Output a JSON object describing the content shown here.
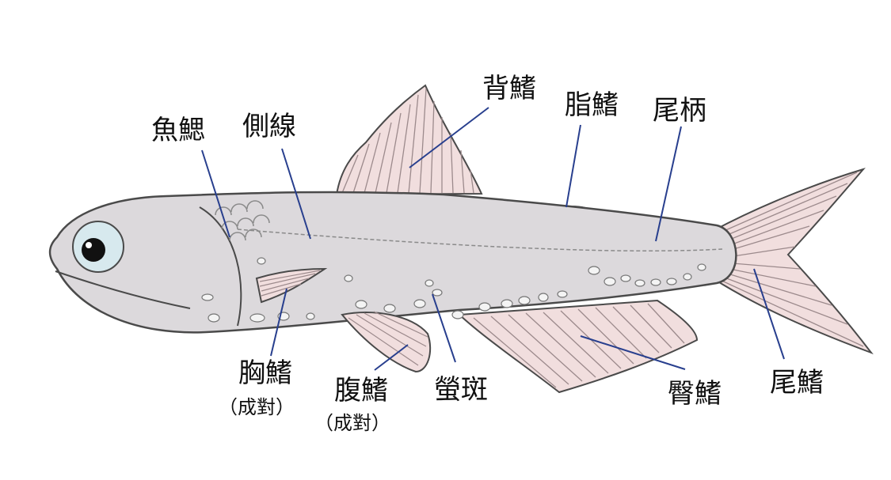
{
  "colors": {
    "body_fill": "#dcd9dc",
    "body_stroke": "#4a4a4a",
    "fin_fill": "#f1dede",
    "fin_ray": "#9c8a8c",
    "leader_line": "#283f8e",
    "eye_iris": "#d7e9ee",
    "label_text": "#111111"
  },
  "labels": {
    "gill": "魚鰓",
    "lateral_line": "側線",
    "dorsal_fin": "背鰭",
    "adipose_fin": "脂鰭",
    "caudal_peduncle": "尾柄",
    "pectoral_fin": "胸鰭",
    "pectoral_fin_note": "（成對）",
    "pelvic_fin": "腹鰭",
    "pelvic_fin_note": "（成對）",
    "photophores": "螢斑",
    "anal_fin": "臀鰭",
    "caudal_fin": "尾鰭"
  }
}
